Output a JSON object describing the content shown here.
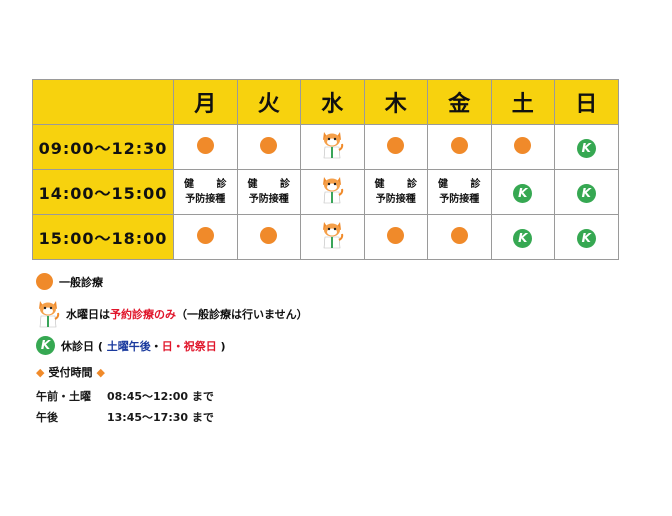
{
  "days": [
    "月",
    "火",
    "水",
    "木",
    "金",
    "土",
    "日"
  ],
  "rows": [
    {
      "time": "09:00〜12:30",
      "cells": [
        "dot",
        "dot",
        "cat",
        "dot",
        "dot",
        "dot",
        "k"
      ]
    },
    {
      "time": "14:00〜15:00",
      "cells": [
        "kensin",
        "kensin",
        "cat",
        "kensin",
        "kensin",
        "k",
        "k"
      ]
    },
    {
      "time": "15:00〜18:00",
      "cells": [
        "dot",
        "dot",
        "cat",
        "dot",
        "dot",
        "k",
        "k"
      ]
    }
  ],
  "kensin": {
    "line1a": "健",
    "line1b": "診",
    "line2": "予防接種"
  },
  "k_letter": "K",
  "colors": {
    "header": "#f7d20e",
    "dot": "#f08a2a",
    "k": "#36a852",
    "red": "#e0162b",
    "blue": "#1a3a9e"
  },
  "legend": {
    "general": "一般診療",
    "wed_prefix": "水曜日は",
    "wed_red": "予約診療のみ",
    "wed_suffix": "（一般診療は行いません）",
    "closed_prefix": "休診日 (",
    "closed_blue": "土曜午後",
    "closed_sep": "・",
    "closed_red": "日・祝祭日",
    "closed_suffix": ")"
  },
  "reception": {
    "diamond": "◆",
    "title": "受付時間",
    "lines": [
      {
        "label": "午前・土曜",
        "time": "08:45〜12:00 まで"
      },
      {
        "label": "午後",
        "time": "13:45〜17:30 まで"
      }
    ]
  }
}
